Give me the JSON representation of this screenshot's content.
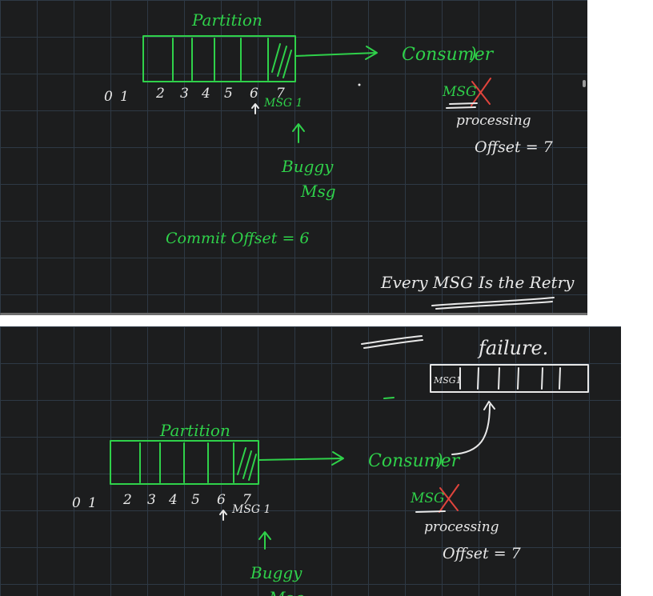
{
  "top": {
    "partition_label": "Partition",
    "offsets": [
      "0",
      "1",
      "2",
      "3",
      "4",
      "5",
      "6",
      "7"
    ],
    "msg_pointer_label": "MSG 1",
    "consumer_label": "Consumer",
    "msg_label": "MSG",
    "processing_label": "processing",
    "offset_eq": "Offset = 7",
    "buggy_label": "Buggy",
    "buggy_msg_label": "Msg",
    "commit_offset_label": "Commit Offset = 6",
    "every_msg_label": "Every MSG",
    "tx_label": "Is the Retry"
  },
  "bottom": {
    "failure_label": "failure.",
    "queue_first_item": "MSG1",
    "partition_label": "Partition",
    "offsets": [
      "0",
      "1",
      "2",
      "3",
      "4",
      "5",
      "6",
      "7"
    ],
    "msg_pointer_label": "MSG 1",
    "consumer_label": "Consumer",
    "msg_label": "MSG",
    "processing_label": "processing",
    "offset_eq": "Offset = 7",
    "buggy_label": "Buggy",
    "buggy_msg_label": "Msg"
  },
  "colors": {
    "board_background": "#1c1d1e",
    "grid_line": "#2e3945",
    "ink_green": "#2fd14a",
    "ink_white": "#e8e8e8",
    "ink_red": "#e0443c"
  }
}
